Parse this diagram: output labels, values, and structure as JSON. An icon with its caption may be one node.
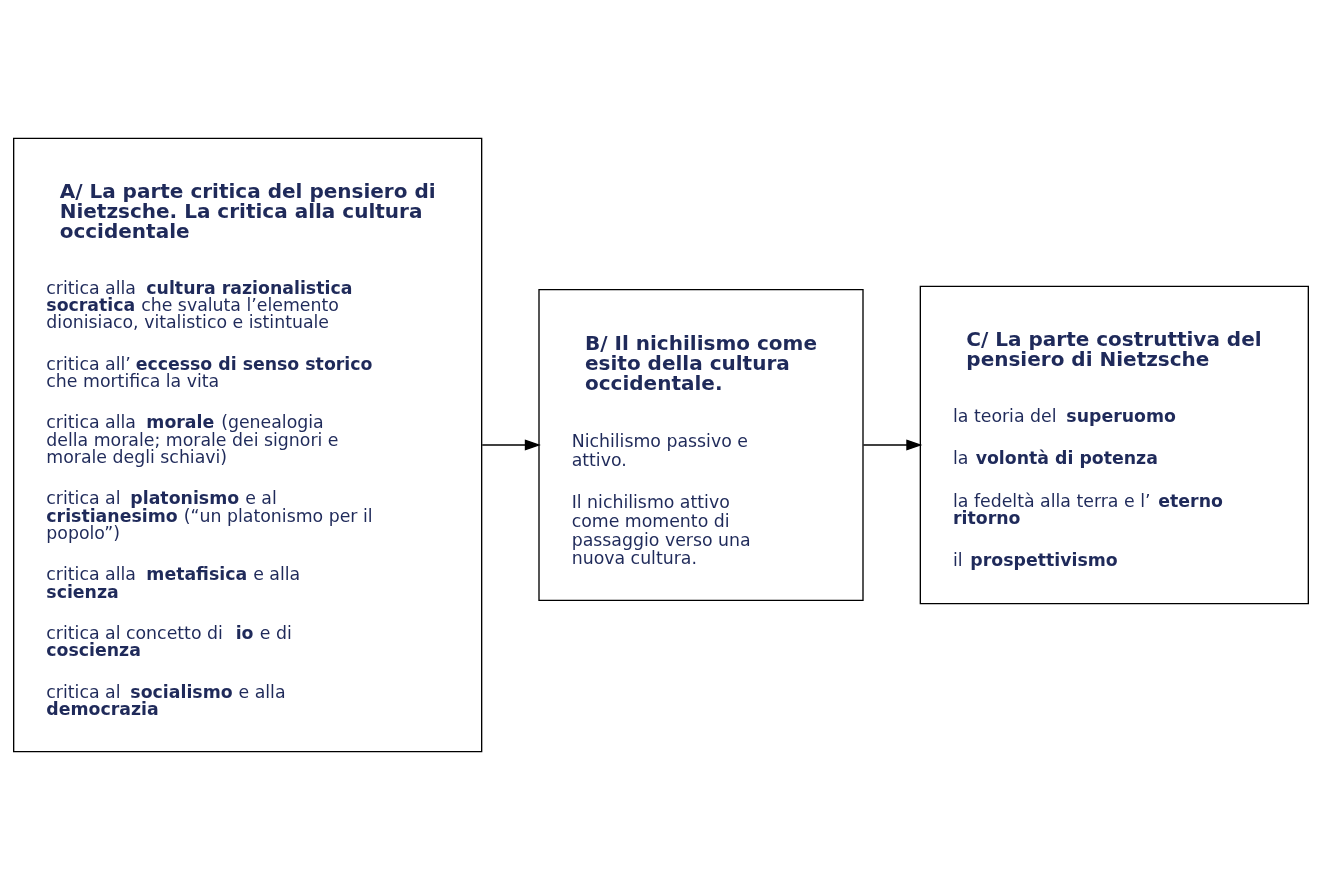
{
  "diagram": {
    "nodes": [
      {
        "text": [
          "A/ La parte critica del pensiero di Nietzsche. La critica alla cultura occidentale",
          "critica alla **cultura razionalistica socratica** che svaluta l’elemento dionisiaco, vitalistico e istintuale",
          "critica all’**eccesso di senso storico** che mortifica la vita",
          "critica alla **morale** (genealogia della morale; morale dei signori e morale degli schiavi)",
          "critica al **platonismo** e al **cristianesimo** (“un platonismo per il popolo”)",
          "critica alla **metafisica** e alla **scienza**",
          "critica al concetto di **io** e di **coscienza**",
          "critica al **socialismo** e alla **democrazia**"
        ]
      },
      {
        "text": [
          "B/ Il nichilismo come esito della cultura occidentale.",
          "Nichilismo passivo e attivo.",
          "Il nichilismo attivo come momento di passaggio verso una nuova cultura."
        ]
      },
      {
        "text": [
          "C/ La parte costruttiva del pensiero di Nietzsche",
          "la teoria del **superuomo**",
          "la **volontà di potenza**",
          "la fedeltà alla terra e l’**eterno ritorno**",
          "il **prospettivismo**"
        ]
      }
    ],
    "edges": [
      {
        "from": 0,
        "to": 1,
        "arrow": "to"
      },
      {
        "from": 1,
        "to": 2,
        "arrow": "to"
      }
    ]
  }
}
